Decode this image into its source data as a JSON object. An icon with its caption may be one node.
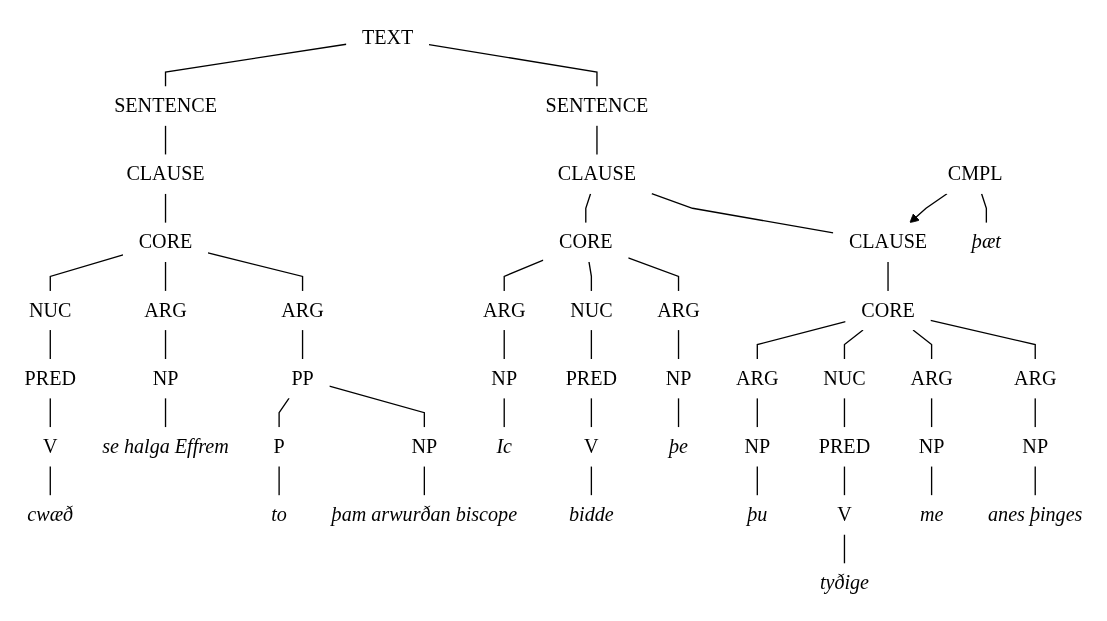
{
  "diagram": {
    "nodes": [
      {
        "text": [
          "TEXT"
        ]
      },
      {
        "text": [
          "SENTENCE"
        ]
      },
      {
        "text": [
          "SENTENCE"
        ]
      },
      {
        "text": [
          "CLAUSE"
        ]
      },
      {
        "text": [
          "CLAUSE"
        ]
      },
      {
        "text": [
          "CORE"
        ]
      },
      {
        "text": [
          "CMPL"
        ]
      },
      {
        "text": [
          "CLAUSE"
        ]
      },
      {
        "text": [
          "CORE"
        ]
      },
      {
        "text": [
          "CORE"
        ]
      },
      {
        "text": [
          "NUC"
        ]
      },
      {
        "text": [
          "ARG"
        ]
      },
      {
        "text": [
          "ARG"
        ]
      },
      {
        "text": [
          "ARG"
        ]
      },
      {
        "text": [
          "NUC"
        ]
      },
      {
        "text": [
          "ARG"
        ]
      },
      {
        "text": [
          "ARG"
        ]
      },
      {
        "text": [
          "NUC"
        ]
      },
      {
        "text": [
          "ARG"
        ]
      },
      {
        "text": [
          "ARG"
        ]
      },
      {
        "text": [
          "PRED"
        ]
      },
      {
        "text": [
          "NP"
        ]
      },
      {
        "text": [
          "PP"
        ]
      },
      {
        "text": [
          "NP"
        ]
      },
      {
        "text": [
          "PRED"
        ]
      },
      {
        "text": [
          "NP"
        ]
      },
      {
        "text": [
          "NP"
        ]
      },
      {
        "text": [
          "PRED"
        ]
      },
      {
        "text": [
          "NP"
        ]
      },
      {
        "text": [
          "NP"
        ]
      },
      {
        "text": [
          "V"
        ]
      },
      {
        "text": [
          "P"
        ]
      },
      {
        "text": [
          "NP"
        ]
      },
      {
        "text": [
          "V"
        ]
      },
      {
        "text": [
          "V"
        ]
      },
      {
        "text": [
          "cwæð"
        ]
      },
      {
        "text": [
          "se halga Effrem"
        ]
      },
      {
        "text": [
          "to"
        ]
      },
      {
        "text": [
          "þam arwurðan biscope"
        ]
      },
      {
        "text": [
          "Ic"
        ]
      },
      {
        "text": [
          "bidde"
        ]
      },
      {
        "text": [
          "þe"
        ]
      },
      {
        "text": [
          "þæt"
        ]
      },
      {
        "text": [
          "þu"
        ]
      },
      {
        "text": [
          "tyðige"
        ]
      },
      {
        "text": [
          "me"
        ]
      },
      {
        "text": [
          "anes þinges"
        ]
      }
    ],
    "edges": [
      {
        "from": 0,
        "to": 1,
        "arrow": "none"
      },
      {
        "from": 0,
        "to": 2,
        "arrow": "none"
      },
      {
        "from": 1,
        "to": 3,
        "arrow": "none"
      },
      {
        "from": 2,
        "to": 4,
        "arrow": "none"
      },
      {
        "from": 3,
        "to": 5,
        "arrow": "none"
      },
      {
        "from": 4,
        "to": 8,
        "arrow": "none"
      },
      {
        "from": 4,
        "to": 7,
        "arrow": "none"
      },
      {
        "from": 6,
        "to": 7,
        "arrow": "to"
      },
      {
        "from": 7,
        "to": 9,
        "arrow": "none"
      },
      {
        "from": 5,
        "to": 10,
        "arrow": "none"
      },
      {
        "from": 5,
        "to": 11,
        "arrow": "none"
      },
      {
        "from": 5,
        "to": 12,
        "arrow": "none"
      },
      {
        "from": 8,
        "to": 13,
        "arrow": "none"
      },
      {
        "from": 8,
        "to": 14,
        "arrow": "none"
      },
      {
        "from": 8,
        "to": 15,
        "arrow": "none"
      },
      {
        "from": 9,
        "to": 16,
        "arrow": "none"
      },
      {
        "from": 9,
        "to": 17,
        "arrow": "none"
      },
      {
        "from": 9,
        "to": 18,
        "arrow": "none"
      },
      {
        "from": 9,
        "to": 19,
        "arrow": "none"
      },
      {
        "from": 10,
        "to": 20,
        "arrow": "none"
      },
      {
        "from": 11,
        "to": 21,
        "arrow": "none"
      },
      {
        "from": 12,
        "to": 22,
        "arrow": "none"
      },
      {
        "from": 13,
        "to": 23,
        "arrow": "none"
      },
      {
        "from": 14,
        "to": 24,
        "arrow": "none"
      },
      {
        "from": 15,
        "to": 25,
        "arrow": "none"
      },
      {
        "from": 16,
        "to": 26,
        "arrow": "none"
      },
      {
        "from": 17,
        "to": 27,
        "arrow": "none"
      },
      {
        "from": 18,
        "to": 28,
        "arrow": "none"
      },
      {
        "from": 19,
        "to": 29,
        "arrow": "none"
      },
      {
        "from": 20,
        "to": 30,
        "arrow": "none"
      },
      {
        "from": 22,
        "to": 31,
        "arrow": "none"
      },
      {
        "from": 22,
        "to": 32,
        "arrow": "none"
      },
      {
        "from": 24,
        "to": 33,
        "arrow": "none"
      },
      {
        "from": 27,
        "to": 34,
        "arrow": "none"
      },
      {
        "from": 30,
        "to": 35,
        "arrow": "none"
      },
      {
        "from": 21,
        "to": 36,
        "arrow": "none"
      },
      {
        "from": 31,
        "to": 37,
        "arrow": "none"
      },
      {
        "from": 32,
        "to": 38,
        "arrow": "none"
      },
      {
        "from": 23,
        "to": 39,
        "arrow": "none"
      },
      {
        "from": 33,
        "to": 40,
        "arrow": "none"
      },
      {
        "from": 25,
        "to": 41,
        "arrow": "none"
      },
      {
        "from": 6,
        "to": 42,
        "arrow": "none"
      },
      {
        "from": 26,
        "to": 43,
        "arrow": "none"
      },
      {
        "from": 34,
        "to": 44,
        "arrow": "none"
      },
      {
        "from": 28,
        "to": 45,
        "arrow": "none"
      },
      {
        "from": 29,
        "to": 46,
        "arrow": "none"
      }
    ]
  }
}
